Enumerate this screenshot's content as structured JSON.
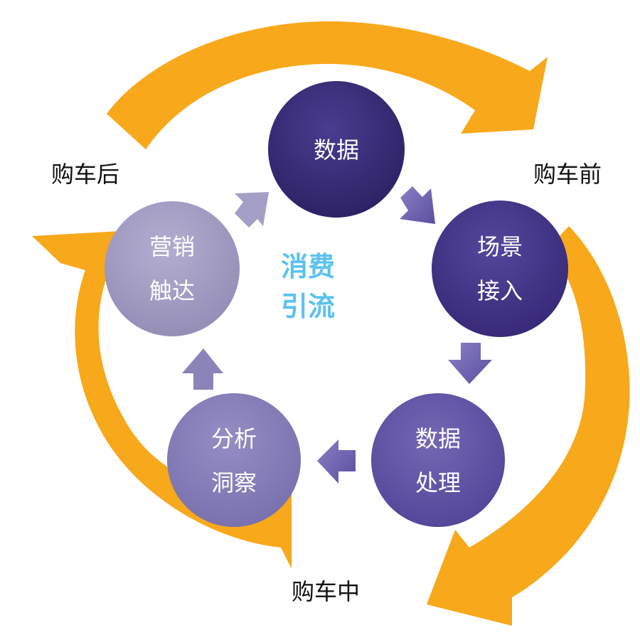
{
  "stages": {
    "before": "购车前",
    "during": "购车中",
    "after": "购车后"
  },
  "center": {
    "line1": "消费",
    "line2": "引流",
    "color": "#5bc2f0"
  },
  "nodes": [
    {
      "key": "data",
      "line1": "数据",
      "line2": ""
    },
    {
      "key": "scene",
      "line1": "场景",
      "line2": "接入"
    },
    {
      "key": "process",
      "line1": "数据",
      "line2": "处理"
    },
    {
      "key": "insight",
      "line1": "分析",
      "line2": "洞察"
    },
    {
      "key": "marketing",
      "line1": "营销",
      "line2": "触达"
    }
  ],
  "colors": {
    "ring": "#f7a81b",
    "node_dark": "#3a2d78",
    "node_mid": "#5a4f9a",
    "node_light": "#9a94c0",
    "arrow": "#6a5fae"
  }
}
